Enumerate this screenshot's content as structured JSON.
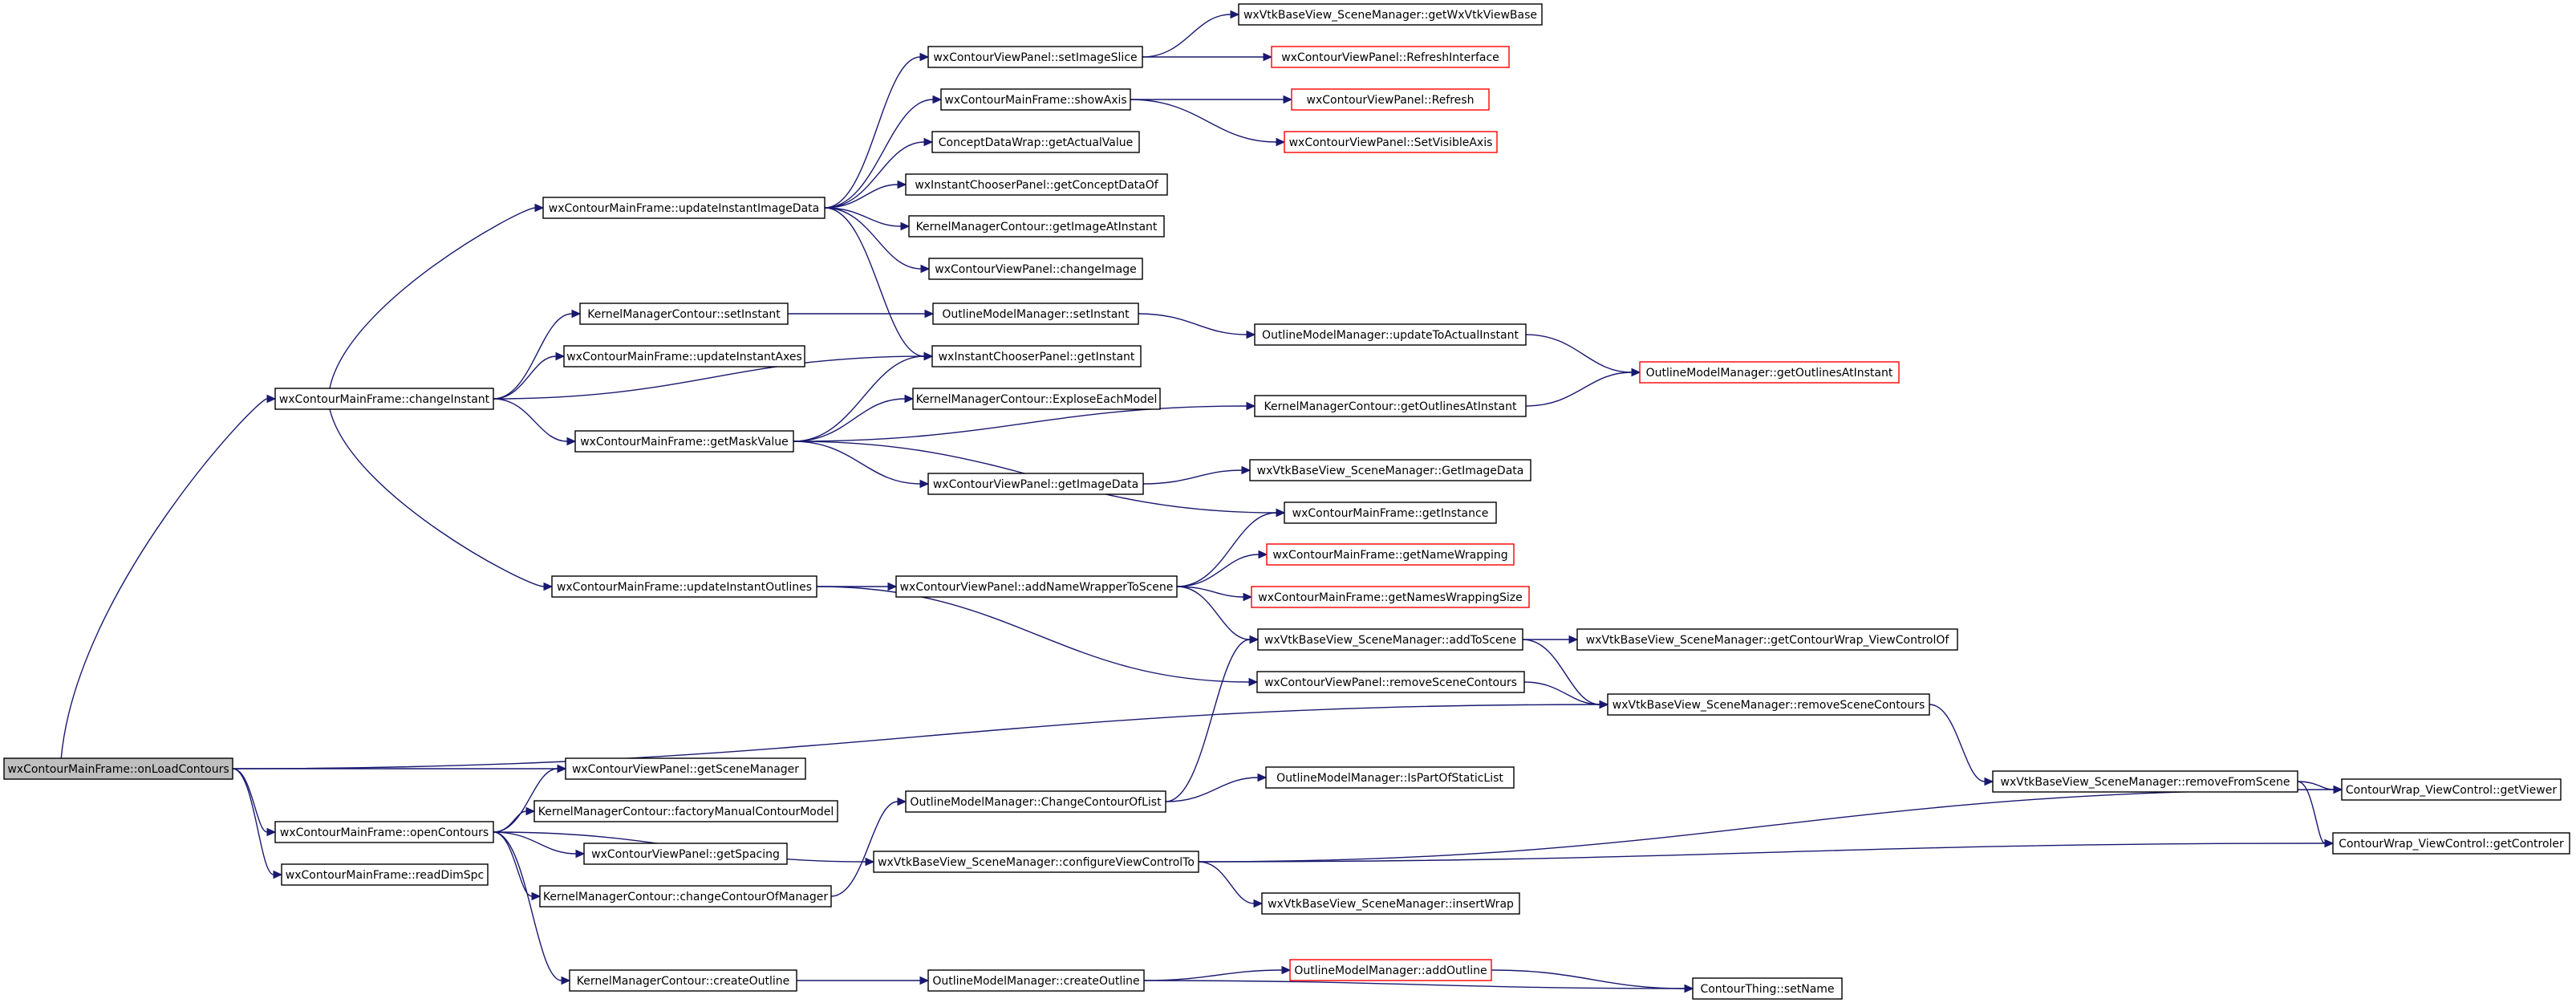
{
  "graph": {
    "nodes": [
      {
        "id": "onLoad",
        "label": "wxContourMainFrame::onLoadContours",
        "root": true
      },
      {
        "id": "changeInstant",
        "label": "wxContourMainFrame::changeInstant"
      },
      {
        "id": "openContours",
        "label": "wxContourMainFrame::openContours"
      },
      {
        "id": "readDimSpc",
        "label": "wxContourMainFrame::readDimSpc"
      },
      {
        "id": "updateInstantImageData",
        "label": "wxContourMainFrame::updateInstantImageData"
      },
      {
        "id": "kmSetInstant",
        "label": "KernelManagerContour::setInstant"
      },
      {
        "id": "updateInstantAxes",
        "label": "wxContourMainFrame::updateInstantAxes"
      },
      {
        "id": "getMaskValue",
        "label": "wxContourMainFrame::getMaskValue"
      },
      {
        "id": "updateInstantOutlines",
        "label": "wxContourMainFrame::updateInstantOutlines"
      },
      {
        "id": "getSceneManager",
        "label": "wxContourViewPanel::getSceneManager"
      },
      {
        "id": "factoryManual",
        "label": "KernelManagerContour::factoryManualContourModel"
      },
      {
        "id": "getSpacing",
        "label": "wxContourViewPanel::getSpacing"
      },
      {
        "id": "changeContourOfManager",
        "label": "KernelManagerContour::changeContourOfManager"
      },
      {
        "id": "kmCreateOutline",
        "label": "KernelManagerContour::createOutline"
      },
      {
        "id": "setImageSlice",
        "label": "wxContourViewPanel::setImageSlice"
      },
      {
        "id": "showAxis",
        "label": "wxContourMainFrame::showAxis"
      },
      {
        "id": "getActualValue",
        "label": "ConceptDataWrap::getActualValue"
      },
      {
        "id": "getConceptDataOf",
        "label": "wxInstantChooserPanel::getConceptDataOf"
      },
      {
        "id": "getImageAtInstant",
        "label": "KernelManagerContour::getImageAtInstant"
      },
      {
        "id": "changeImage",
        "label": "wxContourViewPanel::changeImage"
      },
      {
        "id": "omSetInstant",
        "label": "OutlineModelManager::setInstant"
      },
      {
        "id": "icpGetInstant",
        "label": "wxInstantChooserPanel::getInstant"
      },
      {
        "id": "exploseEachModel",
        "label": "KernelManagerContour::ExploseEachModel"
      },
      {
        "id": "getImageData",
        "label": "wxContourViewPanel::getImageData"
      },
      {
        "id": "getInstance",
        "label": "wxContourMainFrame::getInstance"
      },
      {
        "id": "addNameWrapper",
        "label": "wxContourViewPanel::addNameWrapperToScene"
      },
      {
        "id": "changeContourOfList",
        "label": "OutlineModelManager::ChangeContourOfList"
      },
      {
        "id": "configureViewControlTo",
        "label": "wxVtkBaseView_SceneManager::configureViewControlTo"
      },
      {
        "id": "omCreateOutline",
        "label": "OutlineModelManager::createOutline"
      },
      {
        "id": "getWxVtkViewBase",
        "label": "wxVtkBaseView_SceneManager::getWxVtkViewBase"
      },
      {
        "id": "refreshInterface",
        "label": "wxContourViewPanel::RefreshInterface",
        "truncated": true
      },
      {
        "id": "refresh",
        "label": "wxContourViewPanel::Refresh",
        "truncated": true
      },
      {
        "id": "setVisibleAxis",
        "label": "wxContourViewPanel::SetVisibleAxis",
        "truncated": true
      },
      {
        "id": "updateToActualInstant",
        "label": "OutlineModelManager::updateToActualInstant"
      },
      {
        "id": "kmGetOutlinesAtInstant",
        "label": "KernelManagerContour::getOutlinesAtInstant"
      },
      {
        "id": "smGetImageData",
        "label": "wxVtkBaseView_SceneManager::GetImageData"
      },
      {
        "id": "getNameWrapping",
        "label": "wxContourMainFrame::getNameWrapping",
        "truncated": true
      },
      {
        "id": "getNamesWrappingSize",
        "label": "wxContourMainFrame::getNamesWrappingSize",
        "truncated": true
      },
      {
        "id": "addToScene",
        "label": "wxVtkBaseView_SceneManager::addToScene"
      },
      {
        "id": "vpRemoveSceneContours",
        "label": "wxContourViewPanel::removeSceneContours"
      },
      {
        "id": "isPartOfStaticList",
        "label": "OutlineModelManager::IsPartOfStaticList"
      },
      {
        "id": "insertWrap",
        "label": "wxVtkBaseView_SceneManager::insertWrap"
      },
      {
        "id": "addOutline",
        "label": "OutlineModelManager::addOutline",
        "truncated": true
      },
      {
        "id": "setName",
        "label": "ContourThing::setName"
      },
      {
        "id": "omGetOutlinesAtInstant",
        "label": "OutlineModelManager::getOutlinesAtInstant",
        "truncated": true
      },
      {
        "id": "getContourWrapViewControlOf",
        "label": "wxVtkBaseView_SceneManager::getContourWrap_ViewControlOf"
      },
      {
        "id": "smRemoveSceneContours",
        "label": "wxVtkBaseView_SceneManager::removeSceneContours"
      },
      {
        "id": "removeFromScene",
        "label": "wxVtkBaseView_SceneManager::removeFromScene"
      },
      {
        "id": "getViewer",
        "label": "ContourWrap_ViewControl::getViewer"
      },
      {
        "id": "getControler",
        "label": "ContourWrap_ViewControl::getControler"
      }
    ],
    "edges": [
      [
        "onLoad",
        "changeInstant"
      ],
      [
        "onLoad",
        "openContours"
      ],
      [
        "onLoad",
        "readDimSpc"
      ],
      [
        "onLoad",
        "getSceneManager"
      ],
      [
        "onLoad",
        "smRemoveSceneContours"
      ],
      [
        "changeInstant",
        "updateInstantImageData"
      ],
      [
        "changeInstant",
        "kmSetInstant"
      ],
      [
        "changeInstant",
        "updateInstantAxes"
      ],
      [
        "changeInstant",
        "icpGetInstant"
      ],
      [
        "changeInstant",
        "getMaskValue"
      ],
      [
        "changeInstant",
        "updateInstantOutlines"
      ],
      [
        "openContours",
        "getSceneManager"
      ],
      [
        "openContours",
        "factoryManual"
      ],
      [
        "openContours",
        "getSpacing"
      ],
      [
        "openContours",
        "changeContourOfManager"
      ],
      [
        "openContours",
        "configureViewControlTo"
      ],
      [
        "openContours",
        "kmCreateOutline"
      ],
      [
        "updateInstantImageData",
        "setImageSlice"
      ],
      [
        "updateInstantImageData",
        "showAxis"
      ],
      [
        "updateInstantImageData",
        "getActualValue"
      ],
      [
        "updateInstantImageData",
        "getConceptDataOf"
      ],
      [
        "updateInstantImageData",
        "getImageAtInstant"
      ],
      [
        "updateInstantImageData",
        "changeImage"
      ],
      [
        "updateInstantImageData",
        "icpGetInstant"
      ],
      [
        "kmSetInstant",
        "omSetInstant"
      ],
      [
        "getMaskValue",
        "icpGetInstant"
      ],
      [
        "getMaskValue",
        "exploseEachModel"
      ],
      [
        "getMaskValue",
        "kmGetOutlinesAtInstant"
      ],
      [
        "getMaskValue",
        "getImageData"
      ],
      [
        "getMaskValue",
        "getInstance"
      ],
      [
        "updateInstantOutlines",
        "addNameWrapper"
      ],
      [
        "updateInstantOutlines",
        "vpRemoveSceneContours"
      ],
      [
        "changeContourOfManager",
        "changeContourOfList"
      ],
      [
        "kmCreateOutline",
        "omCreateOutline"
      ],
      [
        "setImageSlice",
        "getWxVtkViewBase"
      ],
      [
        "setImageSlice",
        "refreshInterface"
      ],
      [
        "showAxis",
        "refresh"
      ],
      [
        "showAxis",
        "setVisibleAxis"
      ],
      [
        "omSetInstant",
        "updateToActualInstant"
      ],
      [
        "getImageData",
        "smGetImageData"
      ],
      [
        "addNameWrapper",
        "getInstance"
      ],
      [
        "addNameWrapper",
        "getNameWrapping"
      ],
      [
        "addNameWrapper",
        "getNamesWrappingSize"
      ],
      [
        "addNameWrapper",
        "addToScene"
      ],
      [
        "changeContourOfList",
        "isPartOfStaticList"
      ],
      [
        "changeContourOfList",
        "addToScene"
      ],
      [
        "configureViewControlTo",
        "insertWrap"
      ],
      [
        "configureViewControlTo",
        "getViewer"
      ],
      [
        "configureViewControlTo",
        "getControler"
      ],
      [
        "omCreateOutline",
        "addOutline"
      ],
      [
        "omCreateOutline",
        "setName"
      ],
      [
        "updateToActualInstant",
        "omGetOutlinesAtInstant"
      ],
      [
        "kmGetOutlinesAtInstant",
        "omGetOutlinesAtInstant"
      ],
      [
        "addToScene",
        "getContourWrapViewControlOf"
      ],
      [
        "addToScene",
        "smRemoveSceneContours"
      ],
      [
        "vpRemoveSceneContours",
        "smRemoveSceneContours"
      ],
      [
        "smRemoveSceneContours",
        "removeFromScene"
      ],
      [
        "addOutline",
        "setName"
      ],
      [
        "removeFromScene",
        "getViewer"
      ],
      [
        "removeFromScene",
        "getControler"
      ]
    ]
  }
}
